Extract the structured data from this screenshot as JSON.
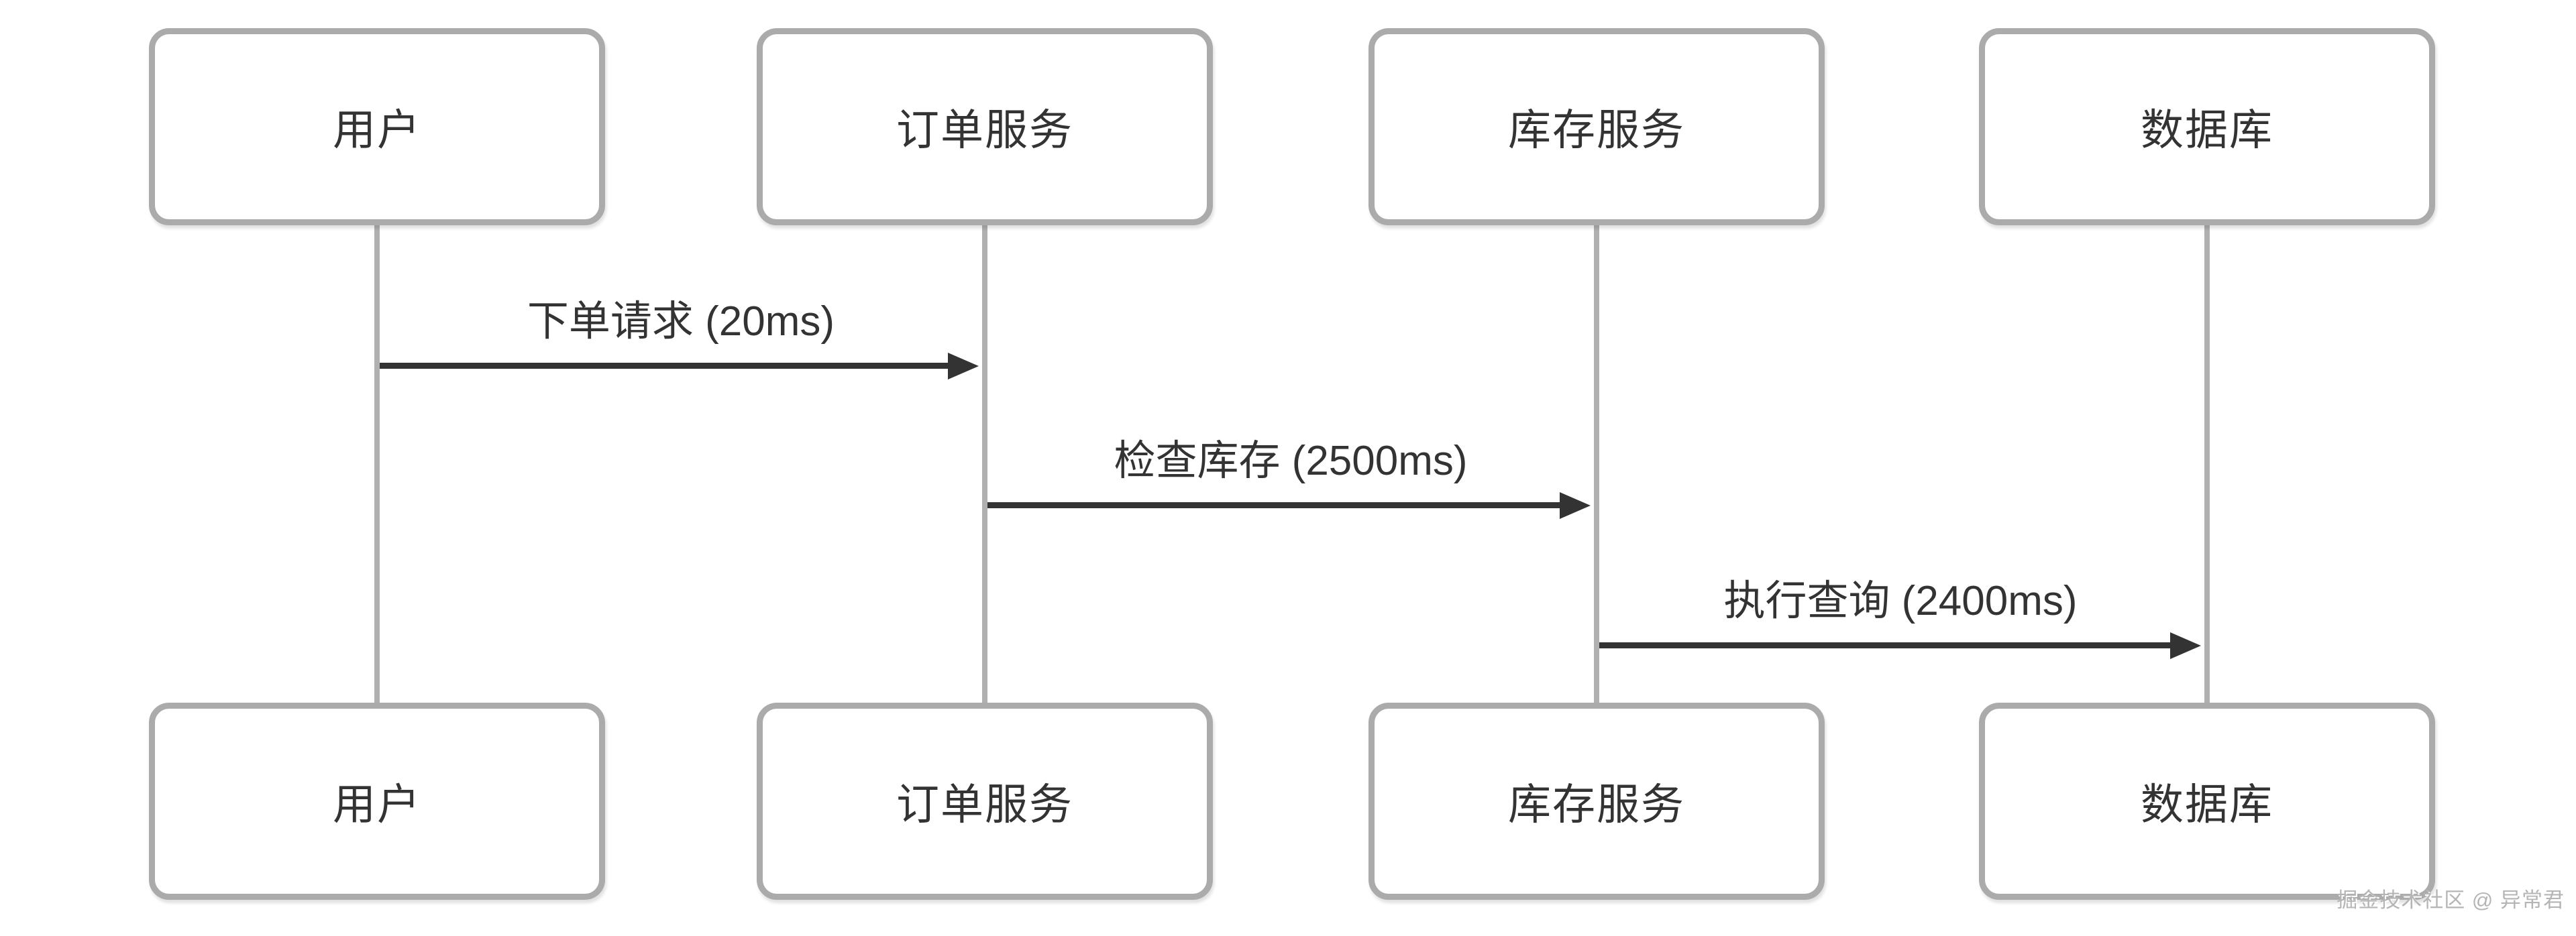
{
  "diagram": {
    "type": "sequence-diagram",
    "participants": [
      {
        "id": "user",
        "label": "用户"
      },
      {
        "id": "order-service",
        "label": "订单服务"
      },
      {
        "id": "inventory-service",
        "label": "库存服务"
      },
      {
        "id": "database",
        "label": "数据库"
      }
    ],
    "messages": [
      {
        "from": "用户",
        "to": "订单服务",
        "label": "下单请求 (20ms)"
      },
      {
        "from": "订单服务",
        "to": "库存服务",
        "label": "检查库存 (2500ms)"
      },
      {
        "from": "库存服务",
        "to": "数据库",
        "label": "执行查询 (2400ms)"
      }
    ],
    "colors": {
      "background": "#ffffff",
      "box_border": "#ababab",
      "lifeline": "#b0b0b0",
      "arrow": "#333333",
      "text": "#333333",
      "watermark": "#b5b5b5"
    }
  },
  "watermark": {
    "text": "掘金技术社区 @ 异常君"
  }
}
